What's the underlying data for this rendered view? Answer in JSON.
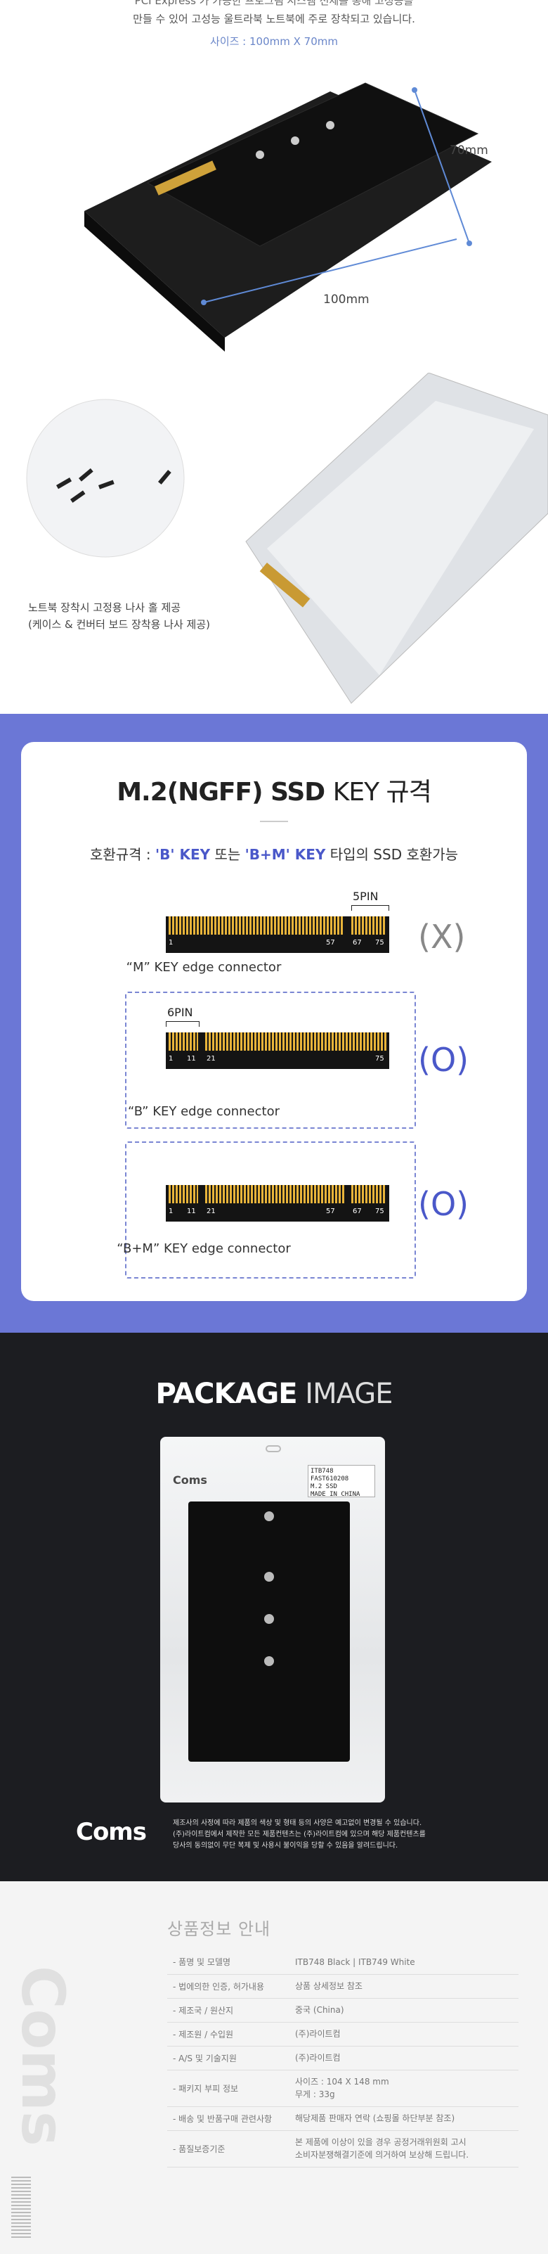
{
  "intro": {
    "line_cut": "PCI Express 가 가능한 프로그램 시스템 전체를 통해 고성능을",
    "line2": "만들 수 있어 고성능 울트라북 노트북에 주로 장착되고 있습니다.",
    "size": "사이즈 : 100mm X 70mm"
  },
  "dims": {
    "height": "70mm",
    "width": "100mm"
  },
  "screw_caption": [
    "노트북 장착시 고정용 나사 홀 제공",
    "(케이스 & 컨버터 보드 장착용 나사 제공)"
  ],
  "key_section": {
    "title_bold": "M.2(NGFF) SSD",
    "title_light": "KEY 규격",
    "compat_prefix": "호환규격 : ",
    "compat_b": "'B' KEY",
    "compat_mid": " 또는 ",
    "compat_bm": "'B+M' KEY",
    "compat_suffix": " 타입의 SSD 호환가능",
    "connectors": [
      {
        "label": "“M” KEY edge connector",
        "mark": "(X)",
        "callout": "5PIN",
        "pins": [
          "1",
          "57",
          "67",
          "75"
        ]
      },
      {
        "label": "“B” KEY edge connector",
        "mark": "(O)",
        "callout": "6PIN",
        "pins": [
          "1",
          "11",
          "21",
          "75"
        ]
      },
      {
        "label": "“B+M” KEY edge connector",
        "mark": "(O)",
        "pins": [
          "1",
          "11",
          "21",
          "57",
          "67",
          "75"
        ]
      }
    ]
  },
  "package": {
    "title_bold": "PACKAGE",
    "title_light": " IMAGE",
    "sticker": [
      "ITB748 FAST610208",
      "M.2 SSD",
      "MADE IN CHINA"
    ],
    "brand_mini": "Coms",
    "footer_logo": "Coms",
    "footer_note": [
      "제조사의 사정에 따라 제품의 색상 및 형태 등의 사양은 예고없이 변경될 수 있습니다.",
      "(주)라이트컴에서 제작한 모든 제품컨텐츠는 (주)라이트컴에 있으며 해당 제품컨텐츠를",
      "당사의 동의없이 무단 복제 및 사용시 불이익을 당할 수 있음을 알려드립니다."
    ]
  },
  "info": {
    "watermark": "Coms",
    "title": "상품정보 안내",
    "rows": [
      {
        "k": "품명 및 모델명",
        "v": "ITB748 Black  |  ITB749 White"
      },
      {
        "k": "법에의한 인증, 허가내용",
        "v": "상품 상세정보 참조"
      },
      {
        "k": "제조국 / 원산지",
        "v": "중국 (China)"
      },
      {
        "k": "제조원 / 수입원",
        "v": "(주)라이트컴"
      },
      {
        "k": "A/S 및 기술지원",
        "v": "(주)라이트컴"
      },
      {
        "k": "패키지 부피 정보",
        "v": "사이즈 : 104 X 148 mm",
        "v2": "무게 : 33g"
      },
      {
        "k": "배송 및 반품구매 관련사항",
        "v": "해당제품 판매자 연락 (쇼핑몰 하단부분 참조)"
      },
      {
        "k": "품질보증기준",
        "v": "본 제품에 이상이 있을 경우 공정거래위원회 고시",
        "v2": "소비자분쟁해결기준에 의거하여 보상해 드립니다."
      }
    ]
  }
}
